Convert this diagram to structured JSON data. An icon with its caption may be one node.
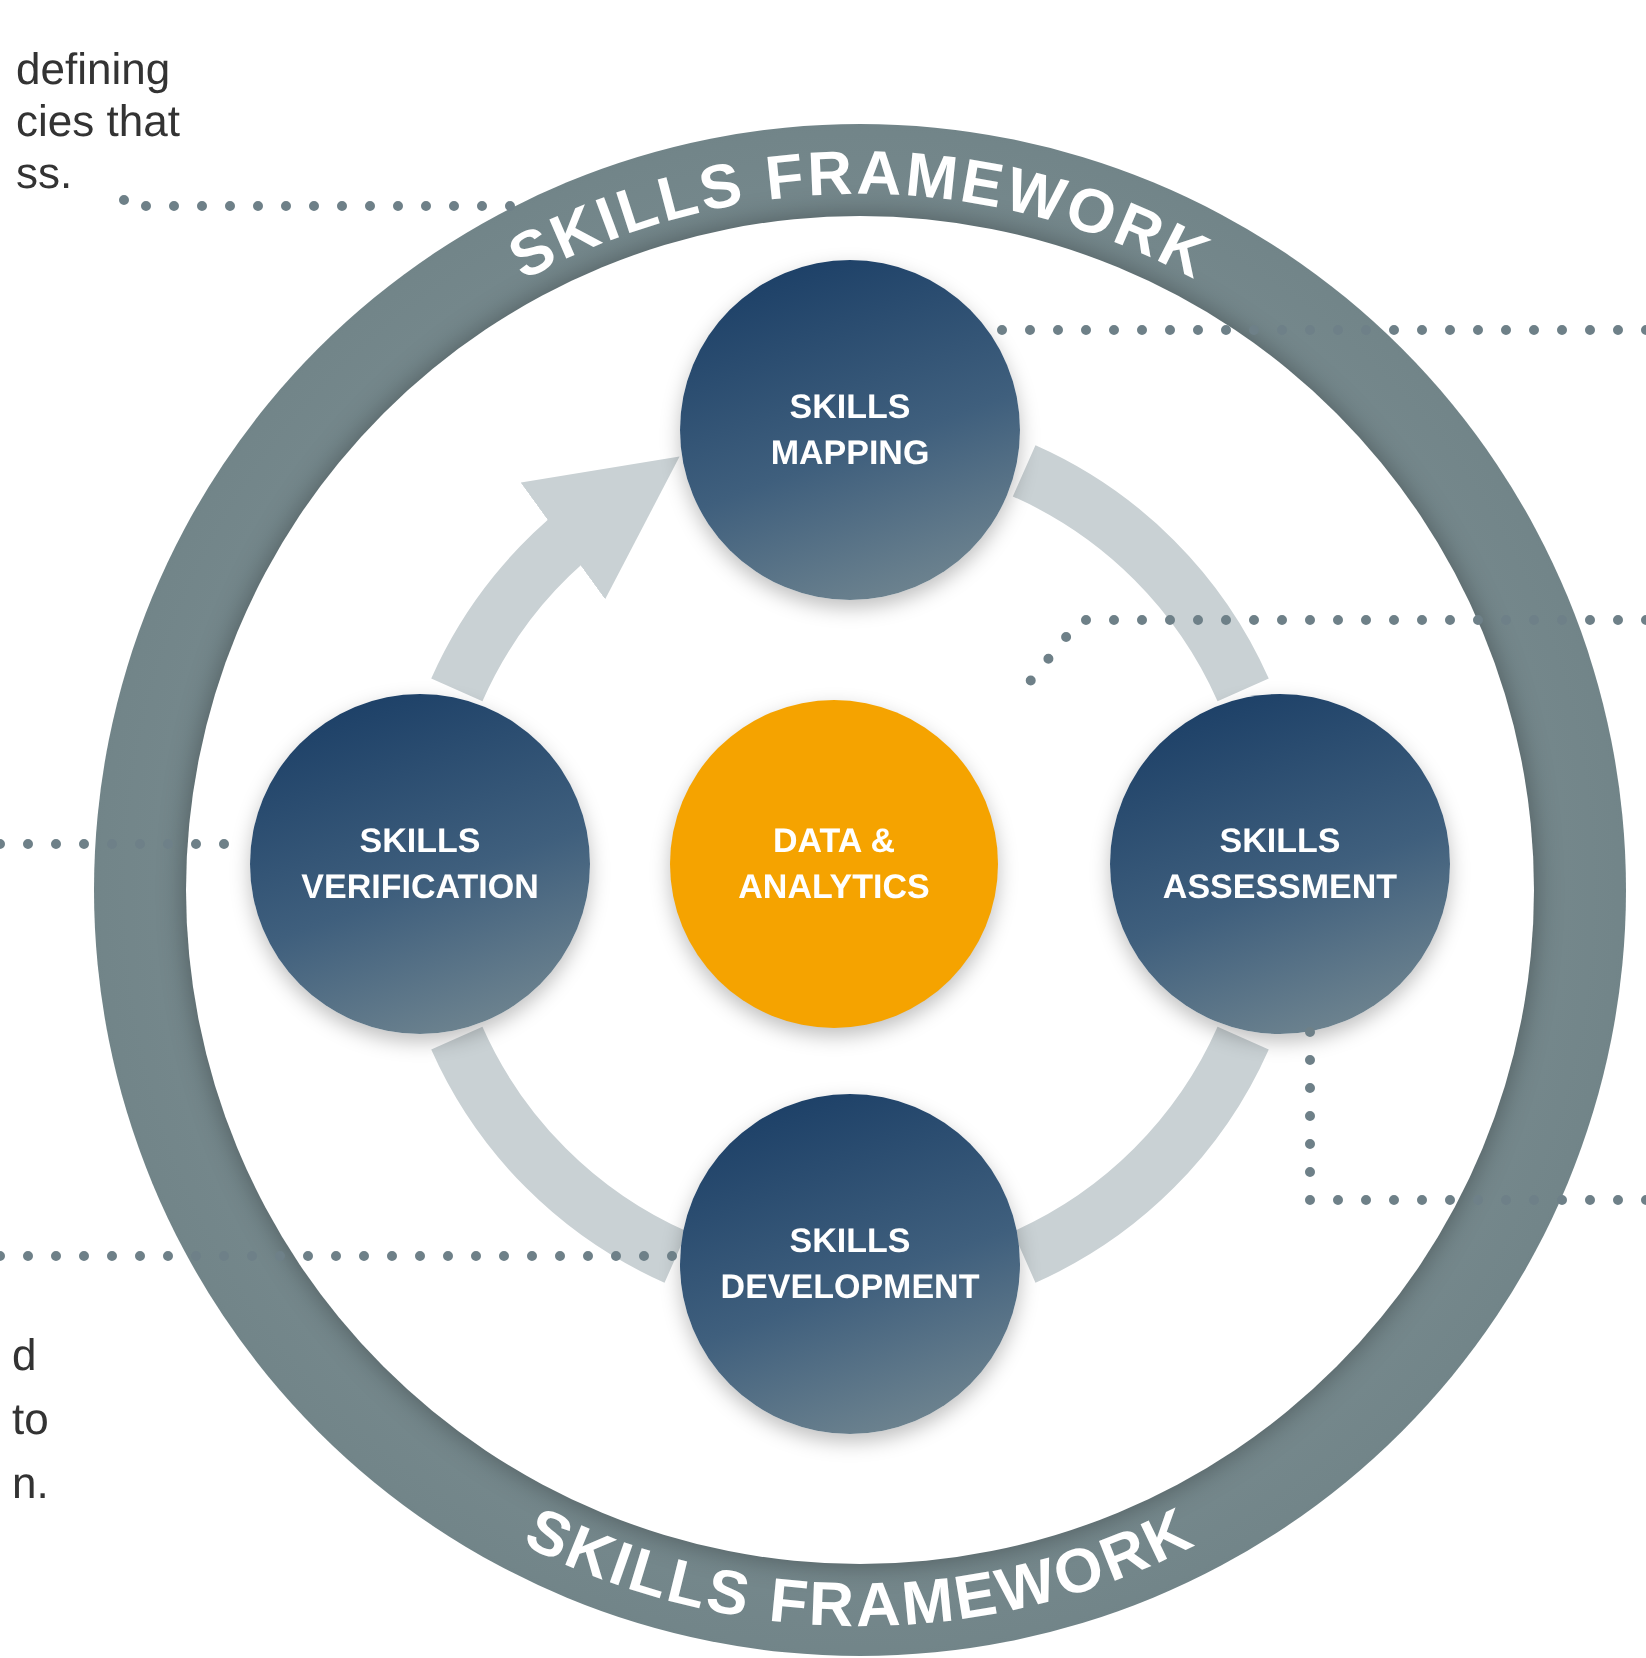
{
  "diagram": {
    "nodes": [
      {
        "text": [
          "SKILLS FRAMEWORK",
          "SKILLS FRAMEWORK"
        ]
      },
      {
        "text": [
          "SKILLS MAPPING"
        ],
        "in": 0
      },
      {
        "text": [
          "SKILLS ASSESSMENT"
        ],
        "in": 0
      },
      {
        "text": [
          "SKILLS DEVELOPMENT"
        ],
        "in": 0
      },
      {
        "text": [
          "SKILLS VERIFICATION"
        ],
        "in": 0
      },
      {
        "text": [
          "DATA & ANALYTICS"
        ],
        "in": 0
      },
      {
        "text": [
          "defining cies that ss."
        ]
      }
    ],
    "edges": [
      {
        "from": 1,
        "to": 2,
        "arrow": "none",
        "style": "thick",
        "color": "#c9d1d4"
      },
      {
        "from": 2,
        "to": 3,
        "arrow": "none",
        "style": "thick",
        "color": "#c9d1d4"
      },
      {
        "from": 3,
        "to": 4,
        "arrow": "none",
        "style": "thick",
        "color": "#c9d1d4"
      },
      {
        "from": 4,
        "to": 1,
        "arrow": "to",
        "style": "thick",
        "color": "#c9d1d4"
      },
      {
        "from": 6,
        "to": 0,
        "arrow": "none",
        "style": "dashed"
      },
      {
        "from": null,
        "to": 1,
        "arrow": "none",
        "style": "dashed"
      },
      {
        "from": null,
        "to": 0,
        "arrow": "none",
        "style": "dashed"
      },
      {
        "from": null,
        "to": 2,
        "arrow": "none",
        "style": "dashed"
      },
      {
        "from": null,
        "to": 4,
        "arrow": "none",
        "style": "dashed"
      },
      {
        "from": null,
        "to": 3,
        "arrow": "none",
        "style": "dashed"
      }
    ],
    "labels": [
      "d to n."
    ]
  }
}
